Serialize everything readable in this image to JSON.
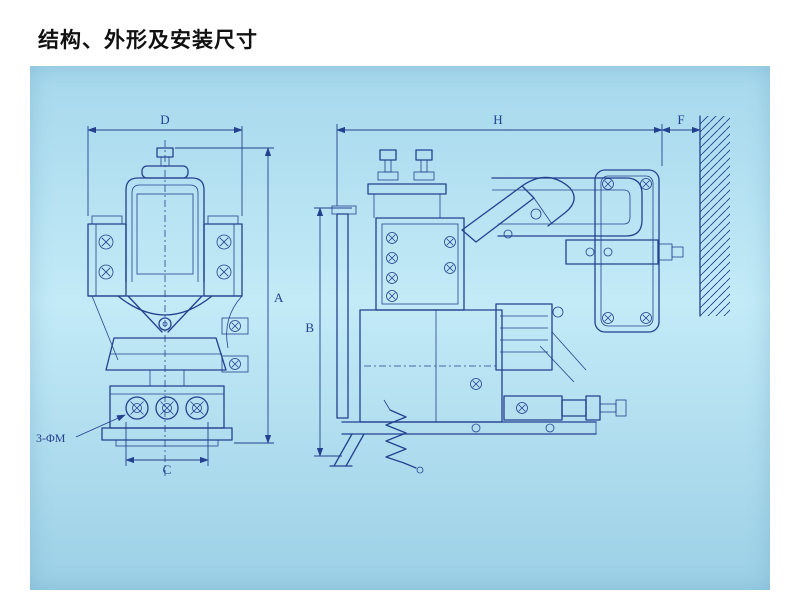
{
  "page": {
    "title": "结构、外形及安装尺寸"
  },
  "labels": {
    "dim_d": "D",
    "dim_a": "A",
    "dim_c": "C",
    "dim_b": "B",
    "dim_h": "H",
    "dim_f": "F",
    "mounting": "3-ΦM"
  },
  "colors": {
    "ink": "#24418f",
    "panel_top": "#a6d8ec",
    "panel_mid": "#c3eaf7",
    "panel_bottom": "#9cd0e6",
    "page_bg": "#ffffff",
    "title_color": "#111111"
  }
}
